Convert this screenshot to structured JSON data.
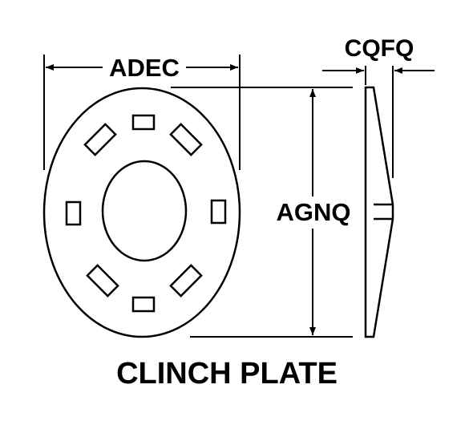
{
  "diagram": {
    "title": "CLINCH PLATE",
    "dimensions": {
      "outer_width": "ADEC",
      "height": "AGNQ",
      "thickness": "CQFQ"
    },
    "colors": {
      "ink": "#000000",
      "paper": "#ffffff"
    }
  }
}
